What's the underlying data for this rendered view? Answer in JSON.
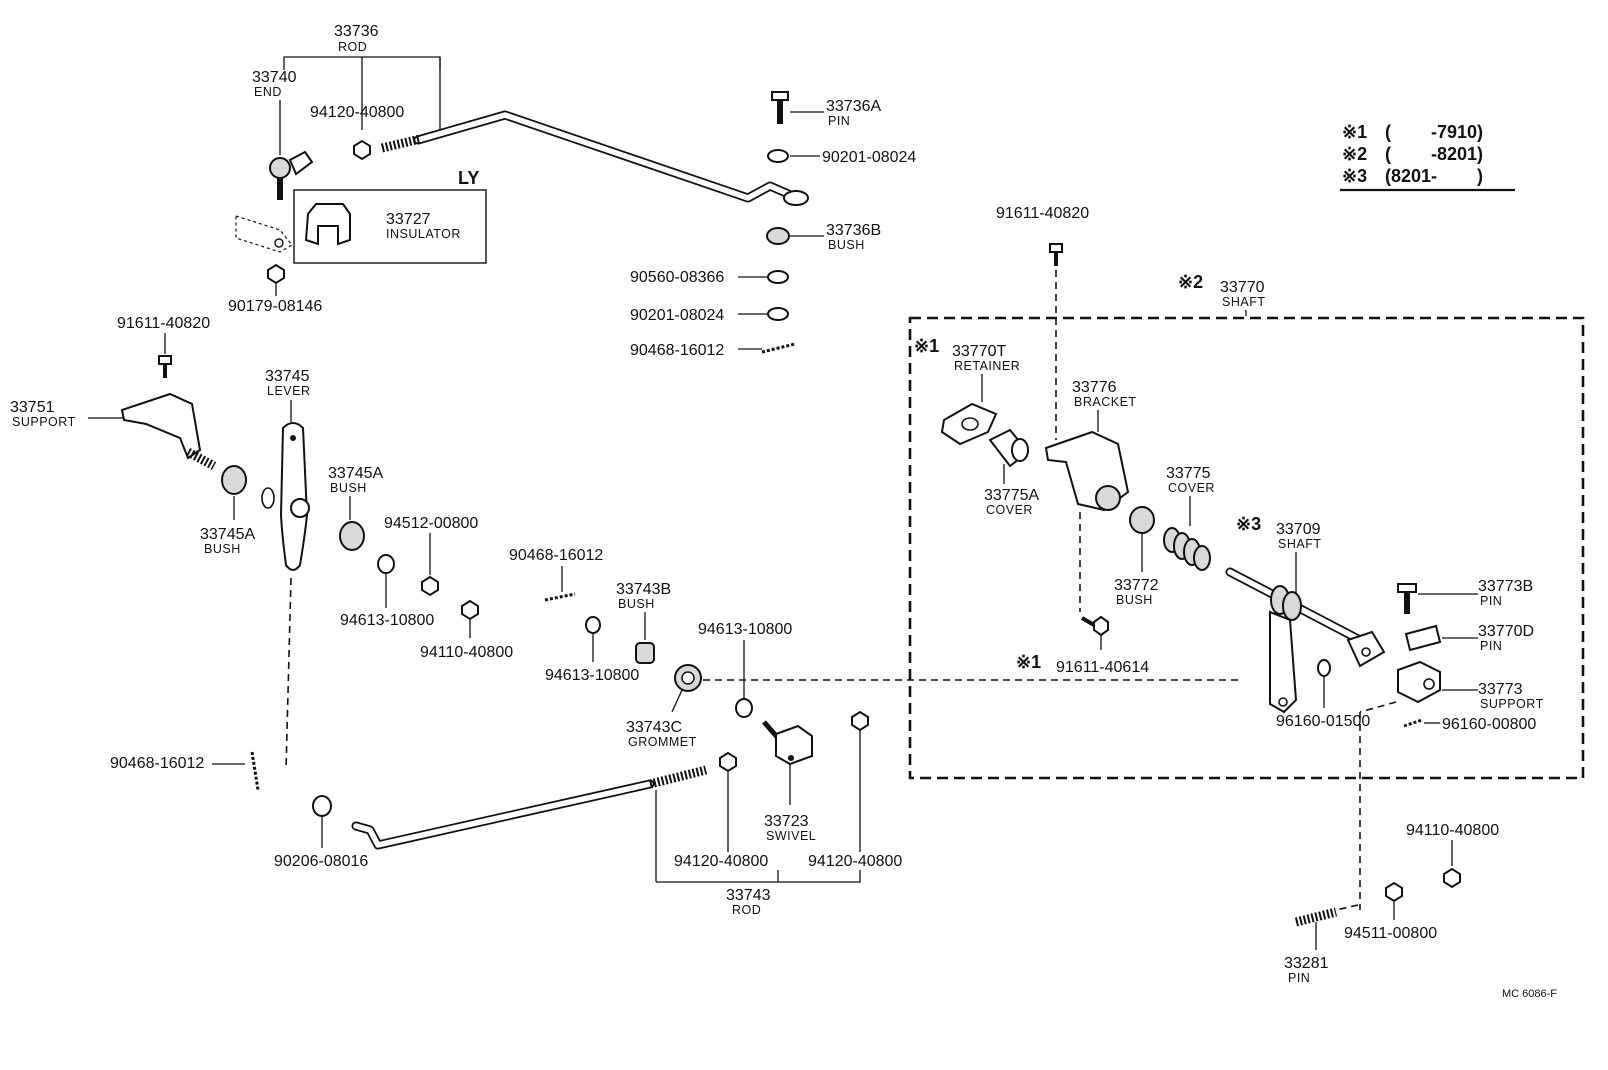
{
  "diagram_code": "MC 6086-F",
  "legend": [
    {
      "mark": "※1",
      "range": "(        -7910)"
    },
    {
      "mark": "※2",
      "range": "(        -8201)"
    },
    {
      "mark": "※3",
      "range": "(8201-        )"
    }
  ],
  "groups": {
    "ly": "LY",
    "shaft_mark": "※2",
    "shaft_number": "33770",
    "shaft_name": "SHAFT"
  },
  "marks": {
    "retainer": "※1",
    "shaft_inner": "※3",
    "bolt": "※1"
  },
  "parts": {
    "p33736": {
      "number": "33736",
      "name": "ROD"
    },
    "p33740": {
      "number": "33740",
      "name": "END"
    },
    "p94120_top": {
      "number": "94120-40800"
    },
    "p33727": {
      "number": "33727",
      "name": "INSULATOR"
    },
    "p90179": {
      "number": "90179-08146"
    },
    "p91611_left": {
      "number": "91611-40820"
    },
    "p33751": {
      "number": "33751",
      "name": "SUPPORT"
    },
    "p33745": {
      "number": "33745",
      "name": "LEVER"
    },
    "p33745A_left": {
      "number": "33745A",
      "name": "BUSH"
    },
    "p33745A_right": {
      "number": "33745A",
      "name": "BUSH"
    },
    "p94512": {
      "number": "94512-00800"
    },
    "p94613_a": {
      "number": "94613-10800"
    },
    "p94110_a": {
      "number": "94110-40800"
    },
    "p90468_mid": {
      "number": "90468-16012"
    },
    "p33743B": {
      "number": "33743B",
      "name": "BUSH"
    },
    "p94613_b": {
      "number": "94613-10800"
    },
    "p94613_c": {
      "number": "94613-10800"
    },
    "p33743C": {
      "number": "33743C",
      "name": "GROMMET"
    },
    "p90468_left": {
      "number": "90468-16012"
    },
    "p90206": {
      "number": "90206-08016"
    },
    "p33723": {
      "number": "33723",
      "name": "SWIVEL"
    },
    "p94120_b": {
      "number": "94120-40800"
    },
    "p94120_c": {
      "number": "94120-40800"
    },
    "p33743": {
      "number": "33743",
      "name": "ROD"
    },
    "p33736A": {
      "number": "33736A",
      "name": "PIN"
    },
    "p90201_a": {
      "number": "90201-08024"
    },
    "p33736B": {
      "number": "33736B",
      "name": "BUSH"
    },
    "p90560": {
      "number": "90560-08366"
    },
    "p90201_b": {
      "number": "90201-08024"
    },
    "p90468_top": {
      "number": "90468-16012"
    },
    "p91611_right": {
      "number": "91611-40820"
    },
    "p33770T": {
      "number": "33770T",
      "name": "RETAINER"
    },
    "p33776": {
      "number": "33776",
      "name": "BRACKET"
    },
    "p33775A": {
      "number": "33775A",
      "name": "COVER"
    },
    "p33775": {
      "number": "33775",
      "name": "COVER"
    },
    "p33772": {
      "number": "33772",
      "name": "BUSH"
    },
    "p33709": {
      "number": "33709",
      "name": "SHAFT"
    },
    "p33773B": {
      "number": "33773B",
      "name": "PIN"
    },
    "p33770D": {
      "number": "33770D",
      "name": "PIN"
    },
    "p33773": {
      "number": "33773",
      "name": "SUPPORT"
    },
    "p91611_40614": {
      "number": "91611-40614"
    },
    "p96160_01500": {
      "number": "96160-01500"
    },
    "p96160_00800": {
      "number": "96160-00800"
    },
    "p94110_b": {
      "number": "94110-40800"
    },
    "p94511": {
      "number": "94511-00800"
    },
    "p33281": {
      "number": "33281",
      "name": "PIN"
    }
  }
}
